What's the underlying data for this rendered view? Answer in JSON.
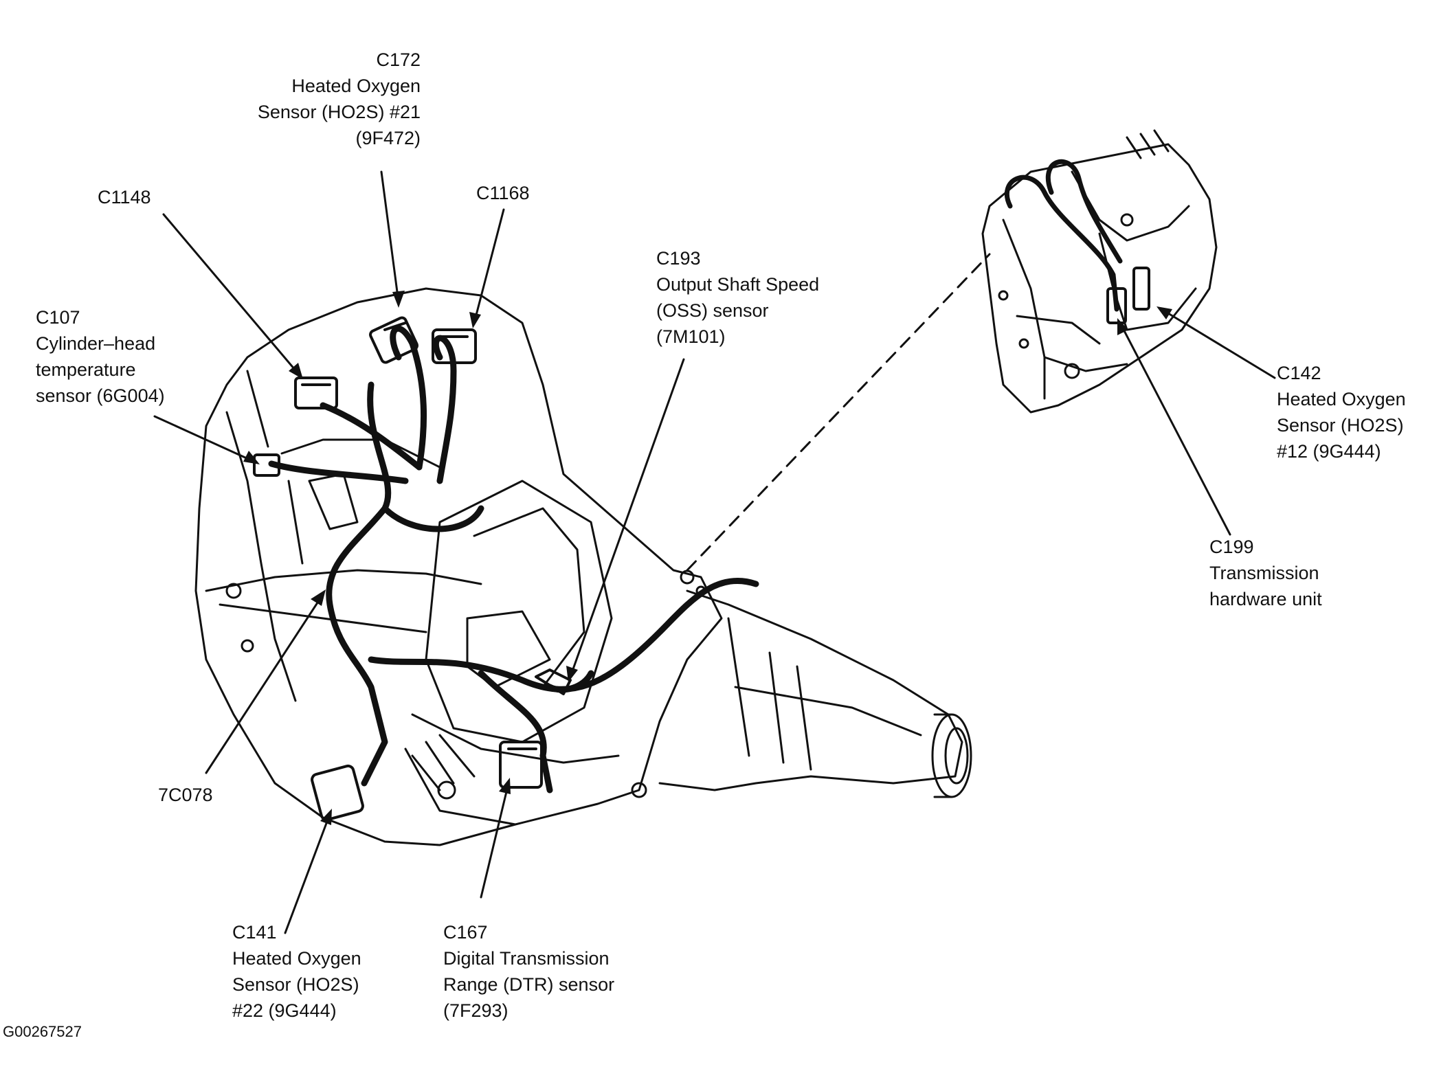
{
  "colors": {
    "ink": "#111111",
    "paper": "#ffffff"
  },
  "figure_id": "G00267527",
  "callouts": {
    "c172": {
      "id": "C172",
      "lines": [
        "Heated Oxygen",
        "Sensor (HO2S) #21",
        "(9F472)"
      ]
    },
    "c1148": {
      "id": "C1148",
      "lines": []
    },
    "c1168": {
      "id": "C1168",
      "lines": []
    },
    "c193": {
      "id": "C193",
      "lines": [
        "Output Shaft Speed",
        "(OSS) sensor",
        "(7M101)"
      ]
    },
    "c107": {
      "id": "C107",
      "lines": [
        "Cylinder–head",
        "temperature",
        "sensor (6G004)"
      ]
    },
    "c142": {
      "id": "C142",
      "lines": [
        "Heated Oxygen",
        "Sensor (HO2S)",
        "#12 (9G444)"
      ]
    },
    "c199": {
      "id": "C199",
      "lines": [
        "Transmission",
        "hardware unit"
      ]
    },
    "h7c078": {
      "id": "7C078",
      "lines": []
    },
    "c141": {
      "id": "C141",
      "lines": [
        "Heated Oxygen",
        "Sensor (HO2S)",
        "#22 (9G444)"
      ]
    },
    "c167": {
      "id": "C167",
      "lines": [
        "Digital Transmission",
        "Range (DTR) sensor",
        "(7F293)"
      ]
    }
  }
}
